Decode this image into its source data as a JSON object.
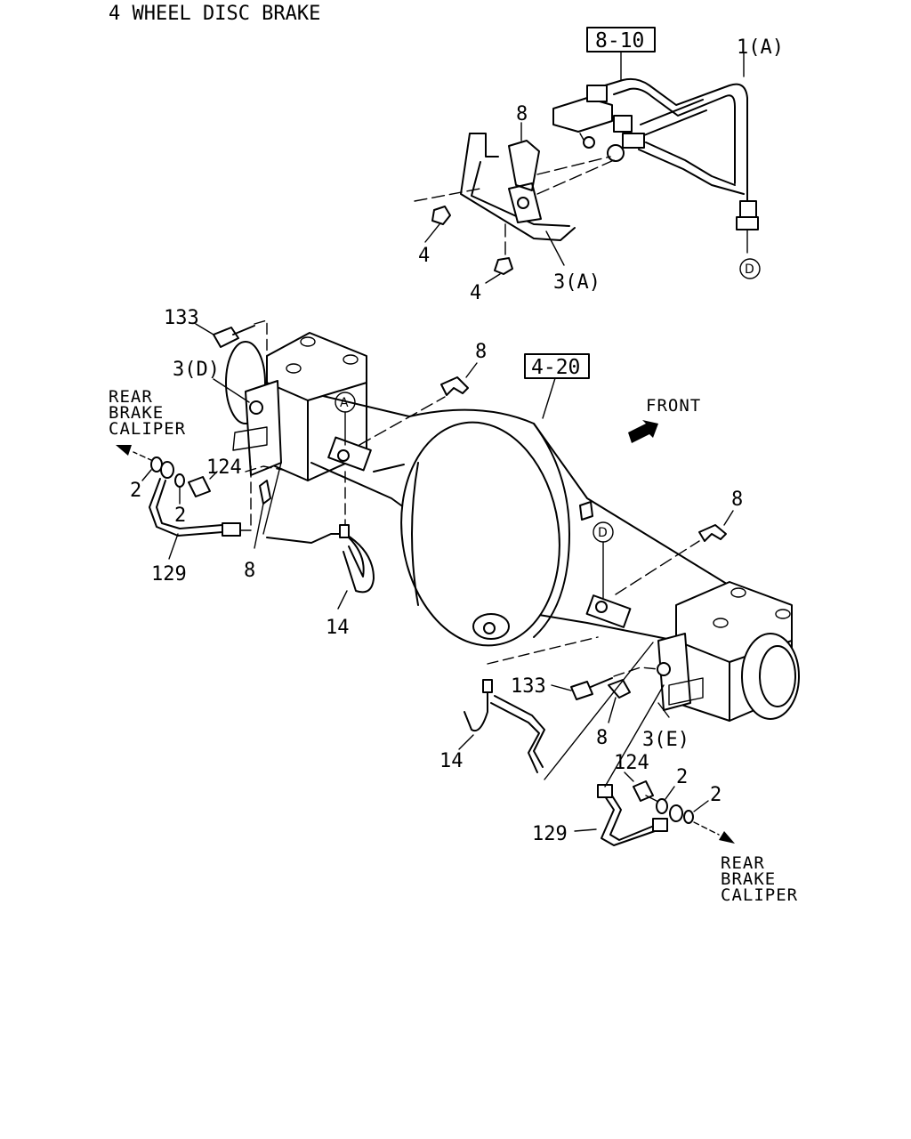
{
  "title": "4 WHEEL DISC BRAKE",
  "refs": {
    "ref_a": "8-10",
    "ref_b": "4-20"
  },
  "circles": {
    "a": "A",
    "d_top": "D",
    "d_mid": "D"
  },
  "front_label": "FRONT",
  "caliper_left": {
    "l1": "REAR",
    "l2": "BRAKE",
    "l3": "CALIPER"
  },
  "caliper_right": {
    "l1": "REAR",
    "l2": "BRAKE",
    "l3": "CALIPER"
  },
  "callouts": {
    "c_1a": "1(A)",
    "c_8_top": "8",
    "c_4a": "4",
    "c_4b": "4",
    "c_3a": "3(A)",
    "c_133_left": "133",
    "c_3d": "3(D)",
    "c_8_mid": "8",
    "c_124_left": "124",
    "c_2_left_a": "2",
    "c_2_left_b": "2",
    "c_129_left": "129",
    "c_8_left": "8",
    "c_14_left": "14",
    "c_8_right": "8",
    "c_133_right": "133",
    "c_8_lower": "8",
    "c_3e": "3(E)",
    "c_14_right": "14",
    "c_124_right": "124",
    "c_2_right_a": "2",
    "c_2_right_b": "2",
    "c_129_right": "129"
  }
}
